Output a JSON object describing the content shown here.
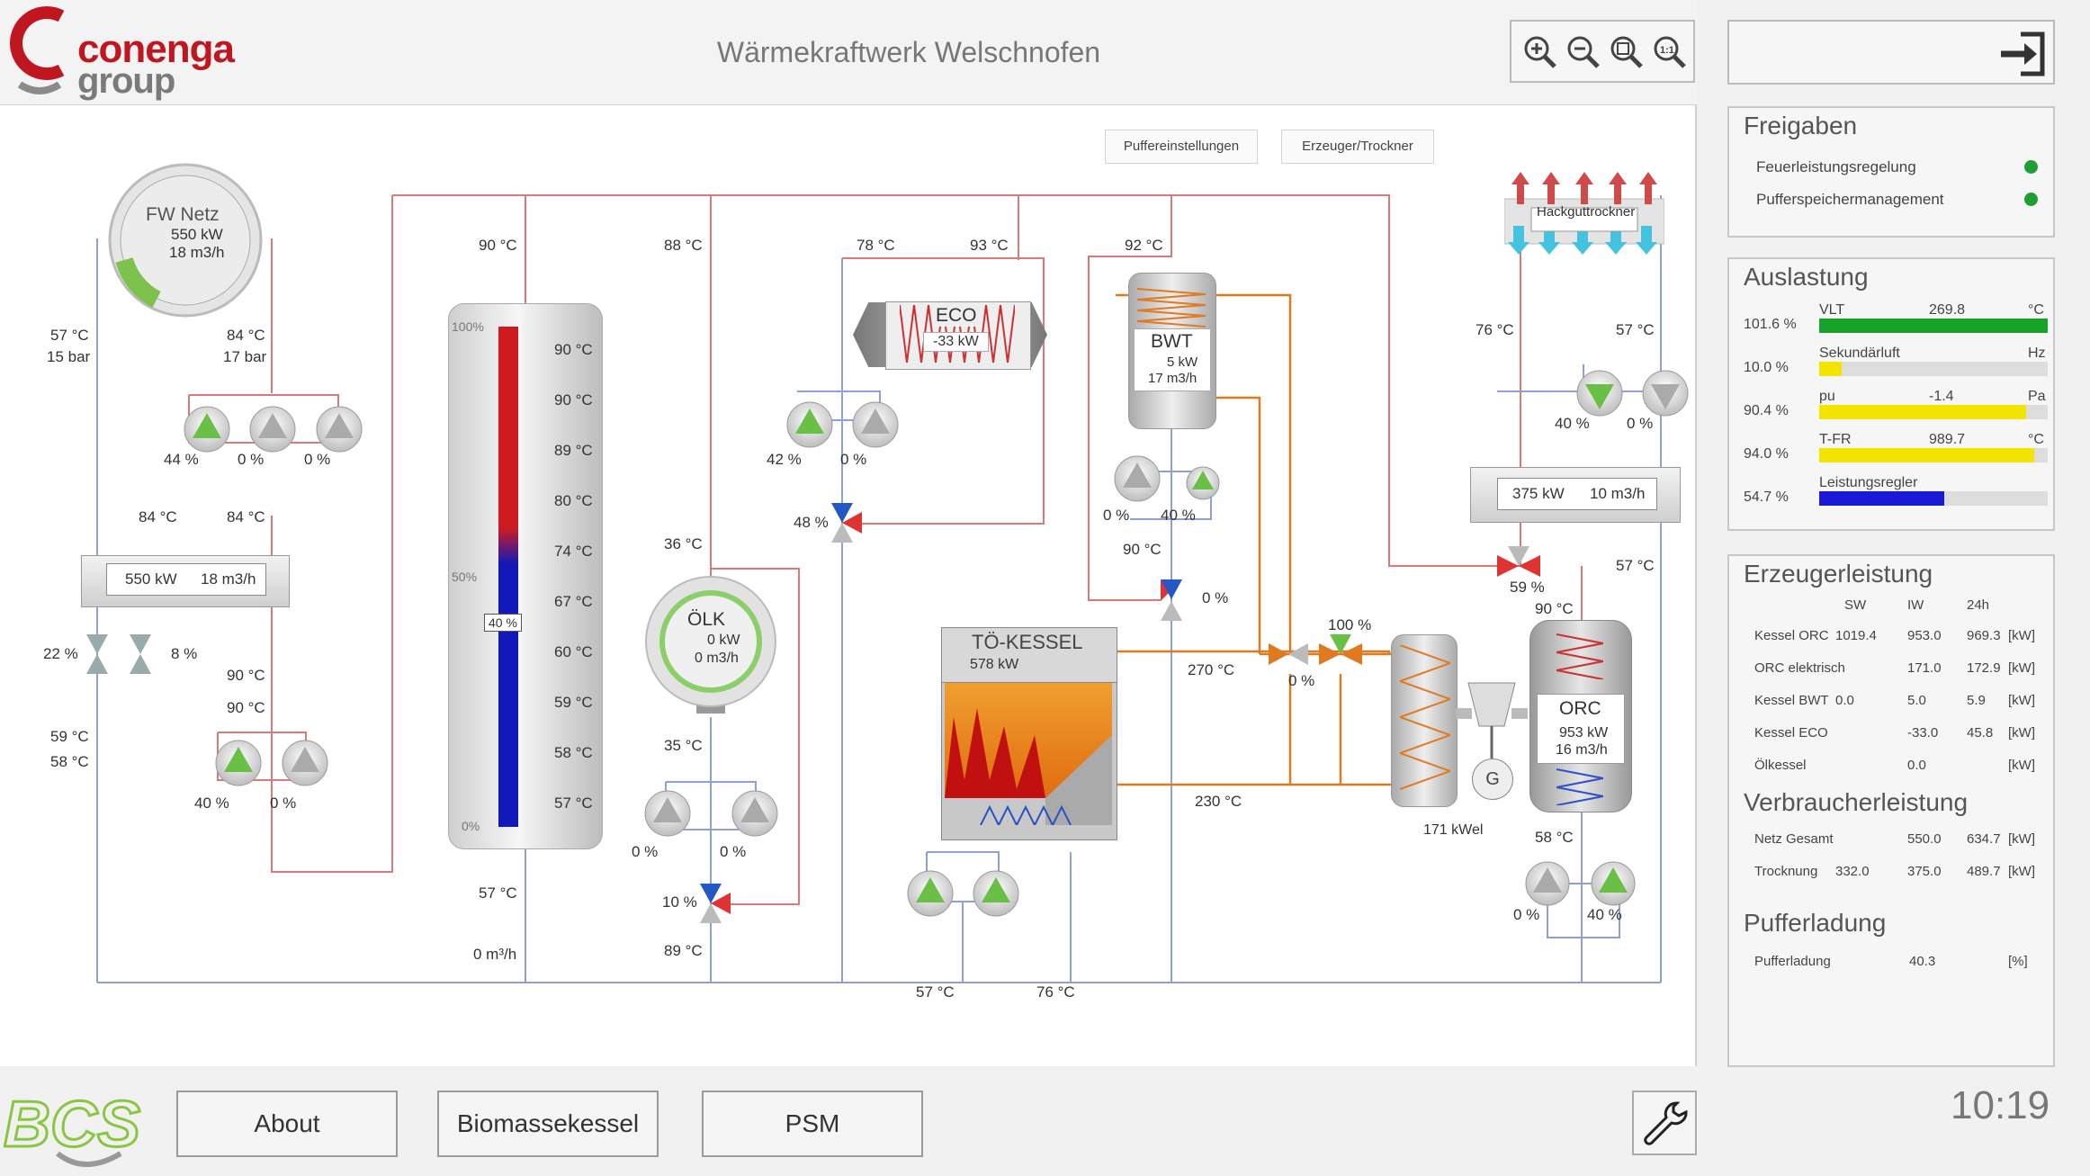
{
  "header": {
    "logo_main": "conenga",
    "logo_sub": "group",
    "title": "Wärmekraftwerk Welschnofen"
  },
  "buttons": {
    "puffer": "Puffereinstellungen",
    "erzeuger": "Erzeuger/Trockner"
  },
  "components": {
    "fw": {
      "name": "FW Netz",
      "power": "550 kW",
      "flow": "18 m3/h"
    },
    "hx_left": {
      "power": "550 kW",
      "flow": "18 m3/h"
    },
    "eco": {
      "name": "ECO",
      "power": "-33 kW"
    },
    "bwt": {
      "name": "BWT",
      "power": "5 kW",
      "flow": "17 m3/h"
    },
    "olk": {
      "name": "ÖLK",
      "power": "0 kW",
      "flow": "0 m3/h"
    },
    "kessel": {
      "name": "TÖ-KESSEL",
      "power": "578 kW"
    },
    "orc": {
      "name": "ORC",
      "power": "953 kW",
      "flow": "16 m3/h"
    },
    "gen": {
      "name": "G",
      "power": "171 kWel"
    },
    "hack": {
      "name": "Hackguttrockner"
    },
    "hx_right": {
      "power": "375 kW",
      "flow": "10 m3/h"
    },
    "tank": {
      "top": "100%",
      "mid": "50%",
      "bot": "0%",
      "level": "40 %",
      "temps": [
        "90 °C",
        "90 °C",
        "89 °C",
        "80 °C",
        "74 °C",
        "67 °C",
        "60 °C",
        "59 °C",
        "58 °C",
        "57 °C"
      ]
    }
  },
  "labels": [
    {
      "id": "t1",
      "text": "57 °C"
    },
    {
      "id": "t2",
      "text": "15 bar"
    },
    {
      "id": "t3",
      "text": "84 °C"
    },
    {
      "id": "t4",
      "text": "17 bar"
    },
    {
      "id": "t5",
      "text": "44 %"
    },
    {
      "id": "t6",
      "text": "0 %"
    },
    {
      "id": "t7",
      "text": "0 %"
    },
    {
      "id": "t8",
      "text": "84 °C"
    },
    {
      "id": "t9",
      "text": "84 °C"
    },
    {
      "id": "t10",
      "text": "22 %"
    },
    {
      "id": "t11",
      "text": "8 %"
    },
    {
      "id": "t12",
      "text": "90 °C"
    },
    {
      "id": "t13",
      "text": "90 °C"
    },
    {
      "id": "t14",
      "text": "59 °C"
    },
    {
      "id": "t15",
      "text": "58 °C"
    },
    {
      "id": "t16",
      "text": "40 %"
    },
    {
      "id": "t17",
      "text": "0 %"
    },
    {
      "id": "t18",
      "text": "90 °C"
    },
    {
      "id": "t19",
      "text": "57 °C"
    },
    {
      "id": "t20",
      "text": "0 m³/h"
    },
    {
      "id": "t21",
      "text": "88 °C"
    },
    {
      "id": "t22",
      "text": "36 °C"
    },
    {
      "id": "t23",
      "text": "35 °C"
    },
    {
      "id": "t24",
      "text": "0 %"
    },
    {
      "id": "t25",
      "text": "0 %"
    },
    {
      "id": "t26",
      "text": "10 %"
    },
    {
      "id": "t27",
      "text": "89 °C"
    },
    {
      "id": "t28",
      "text": "78 °C"
    },
    {
      "id": "t29",
      "text": "93 °C"
    },
    {
      "id": "t30",
      "text": "42 %"
    },
    {
      "id": "t31",
      "text": "0 %"
    },
    {
      "id": "t32",
      "text": "48 %"
    },
    {
      "id": "t33",
      "text": "92 °C"
    },
    {
      "id": "t34",
      "text": "0 %"
    },
    {
      "id": "t35",
      "text": "40 %"
    },
    {
      "id": "t36",
      "text": "90 °C"
    },
    {
      "id": "t37",
      "text": "0 %"
    },
    {
      "id": "t38",
      "text": "270 °C"
    },
    {
      "id": "t39",
      "text": "0 %"
    },
    {
      "id": "t40",
      "text": "100 %"
    },
    {
      "id": "t41",
      "text": "230 °C"
    },
    {
      "id": "t42",
      "text": "57 °C"
    },
    {
      "id": "t43",
      "text": "76 °C"
    },
    {
      "id": "t44",
      "text": "76 °C"
    },
    {
      "id": "t45",
      "text": "57 °C"
    },
    {
      "id": "t46",
      "text": "40 %"
    },
    {
      "id": "t47",
      "text": "0 %"
    },
    {
      "id": "t48",
      "text": "59 %"
    },
    {
      "id": "t49",
      "text": "57 °C"
    },
    {
      "id": "t50",
      "text": "90 °C"
    },
    {
      "id": "t51",
      "text": "58 °C"
    },
    {
      "id": "t52",
      "text": "0 %"
    },
    {
      "id": "t53",
      "text": "40 %"
    }
  ],
  "freigaben": {
    "title": "Freigaben",
    "items": [
      "Feuerleistungsregelung",
      "Pufferspeichermanagement"
    ],
    "status_color": "#1f9e33"
  },
  "auslastung": {
    "title": "Auslastung",
    "rows": [
      {
        "pct": "101.6 %",
        "name": "VLT",
        "val": "269.8",
        "unit": "°C",
        "fill": 1.0,
        "color": "#17a32a"
      },
      {
        "pct": "10.0 %",
        "name": "Sekundärluft",
        "val": "",
        "unit": "Hz",
        "fill": 0.1,
        "color": "#f2e600"
      },
      {
        "pct": "90.4 %",
        "name": "pu",
        "val": "-1.4",
        "unit": "Pa",
        "fill": 0.904,
        "color": "#f2e600"
      },
      {
        "pct": "94.0 %",
        "name": "T-FR",
        "val": "989.7",
        "unit": "°C",
        "fill": 0.94,
        "color": "#f2e600"
      },
      {
        "pct": "54.7 %",
        "name": "Leistungsregler",
        "val": "",
        "unit": "",
        "fill": 0.547,
        "color": "#1a1ad6"
      }
    ]
  },
  "erzeuger": {
    "title": "Erzeugerleistung",
    "headers": [
      "SW",
      "IW",
      "24h"
    ],
    "rows": [
      {
        "name": "Kessel ORC",
        "sw": "1019.4",
        "iw": "953.0",
        "h24": "969.3",
        "unit": "[kW]"
      },
      {
        "name": "ORC elektrisch",
        "sw": "",
        "iw": "171.0",
        "h24": "172.9",
        "unit": "[kW]"
      },
      {
        "name": "Kessel BWT",
        "sw": "0.0",
        "iw": "5.0",
        "h24": "5.9",
        "unit": "[kW]"
      },
      {
        "name": "Kessel ECO",
        "sw": "",
        "iw": "-33.0",
        "h24": "45.8",
        "unit": "[kW]"
      },
      {
        "name": "Ölkessel",
        "sw": "",
        "iw": "0.0",
        "h24": "",
        "unit": "[kW]"
      }
    ]
  },
  "verbraucher": {
    "title": "Verbraucherleistung",
    "rows": [
      {
        "name": "Netz Gesamt",
        "sw": "",
        "iw": "550.0",
        "h24": "634.7",
        "unit": "[kW]"
      },
      {
        "name": "Trocknung",
        "sw": "332.0",
        "iw": "375.0",
        "h24": "489.7",
        "unit": "[kW]"
      }
    ]
  },
  "puffer": {
    "title": "Pufferladung",
    "row": {
      "name": "Pufferladung",
      "iw": "40.3",
      "unit": "[%]"
    }
  },
  "footer": {
    "about": "About",
    "biomasse": "Biomassekessel",
    "psm": "PSM",
    "clock": "10:19"
  }
}
